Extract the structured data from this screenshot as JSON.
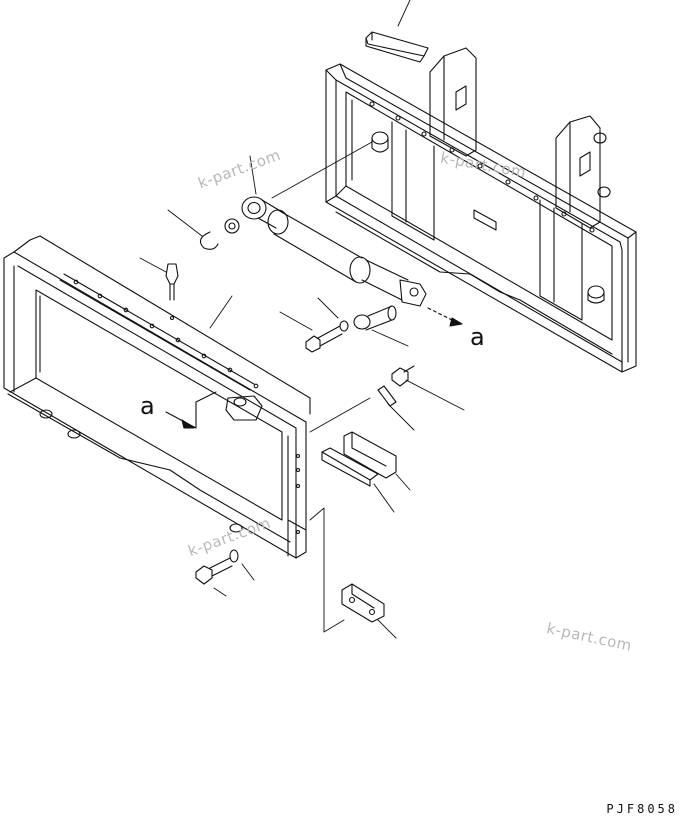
{
  "diagram": {
    "drawing_code": "PJF8058",
    "callout_letters": [
      "a",
      "a"
    ],
    "watermarks": [
      "k-part.com",
      "k-part.com",
      "k-part.com",
      "k-part.com"
    ]
  }
}
